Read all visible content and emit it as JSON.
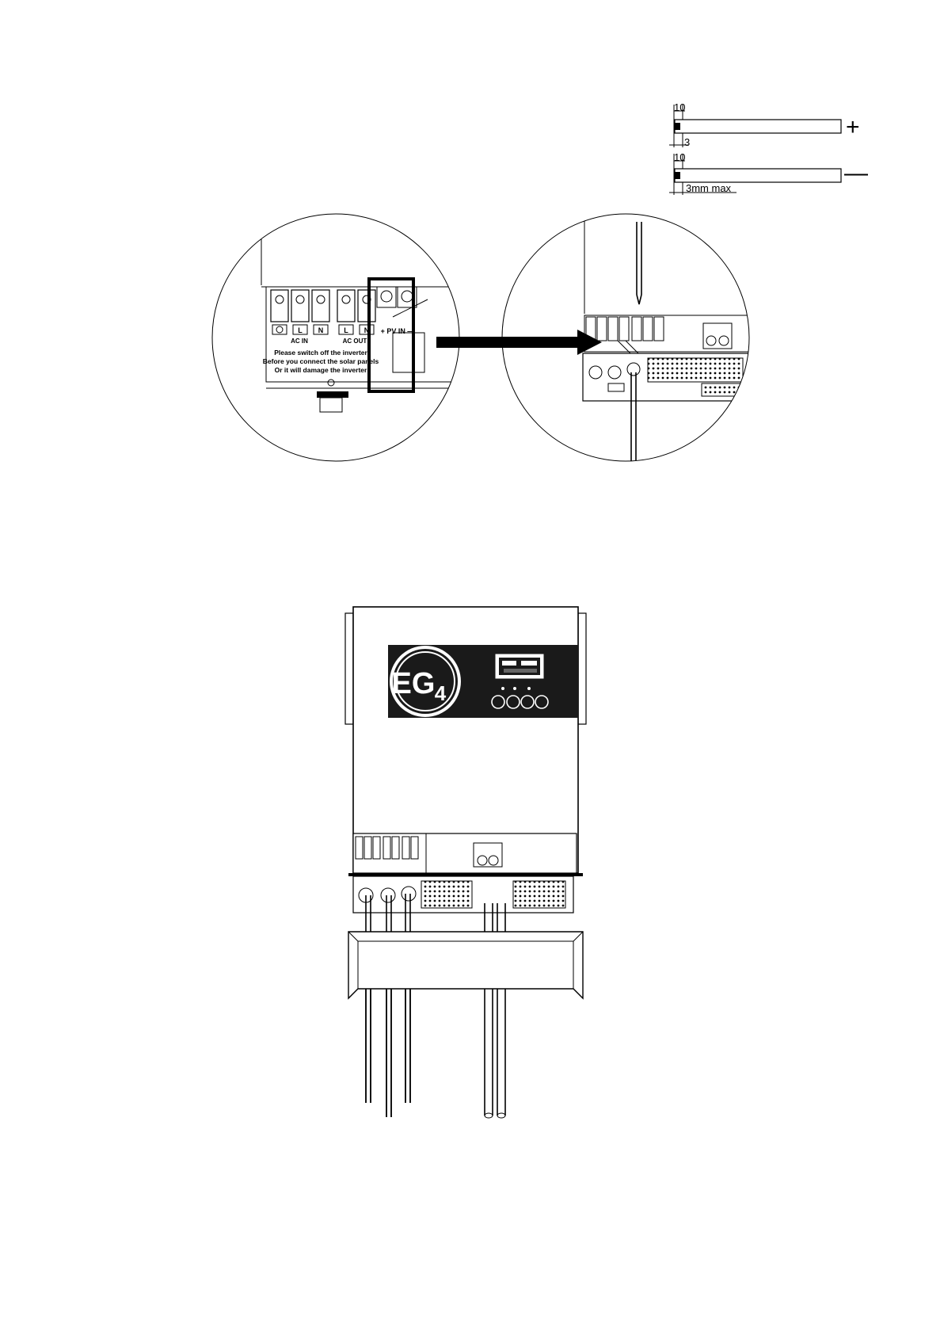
{
  "wire_strip": {
    "positive": {
      "dim_top": "10",
      "dim_bottom": "3",
      "polarity_sign": "+"
    },
    "negative": {
      "dim_top": "10",
      "dim_bottom": "3mm  max",
      "polarity_sign": "—"
    }
  },
  "detail_left": {
    "terminal_labels": [
      "L",
      "N",
      "L",
      "N"
    ],
    "group_labels": {
      "ac_in": "AC IN",
      "ac_out": "AC OUT",
      "pv_in": "+ PV IN —"
    },
    "warning_lines": [
      "Please switch off the inverter",
      "Before you connect the solar panels",
      "Or it will damage the inverter"
    ]
  },
  "inverter": {
    "logo_text": "EG",
    "logo_subscript": "4"
  },
  "colors": {
    "ink": "#000000",
    "paper": "#ffffff",
    "panel": "#1a1a1a"
  }
}
